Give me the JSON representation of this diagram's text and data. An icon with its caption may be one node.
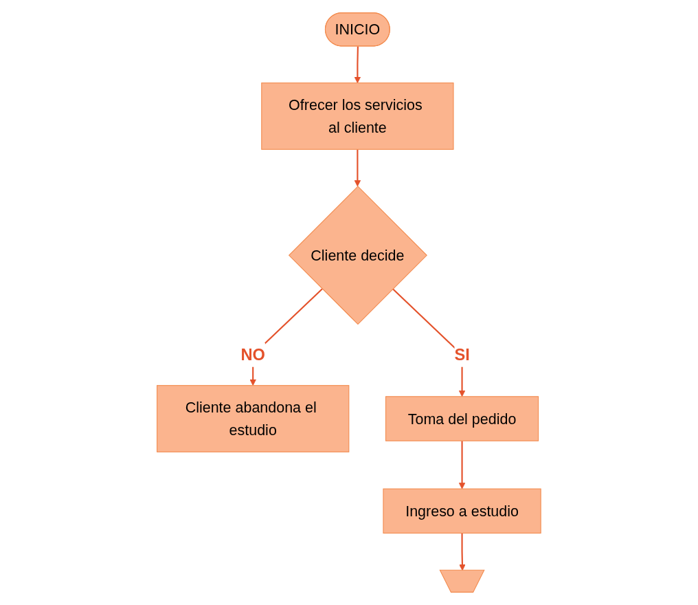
{
  "diagram": {
    "nodes": [
      {
        "text": [
          "INICIO"
        ]
      },
      {
        "text": [
          "Ofrecer los servicios al cliente"
        ]
      },
      {
        "text": [
          "Cliente decide"
        ]
      },
      {
        "text": [
          "Cliente abandona el estudio"
        ]
      },
      {
        "text": [
          "Toma del pedido"
        ]
      },
      {
        "text": [
          "Ingreso a estudio"
        ]
      },
      {
        "text": [],
        "shape": "pentagon"
      }
    ],
    "edges": [
      {
        "from": 0,
        "to": 1,
        "arrow": "to"
      },
      {
        "from": 1,
        "to": 2,
        "arrow": "to"
      },
      {
        "from": 2,
        "to": 3,
        "label": "NO",
        "arrow": "to"
      },
      {
        "from": 2,
        "to": 4,
        "label": "SI",
        "arrow": "to"
      },
      {
        "from": 4,
        "to": 5,
        "arrow": "to"
      },
      {
        "from": 5,
        "to": 6,
        "arrow": "to"
      }
    ]
  }
}
